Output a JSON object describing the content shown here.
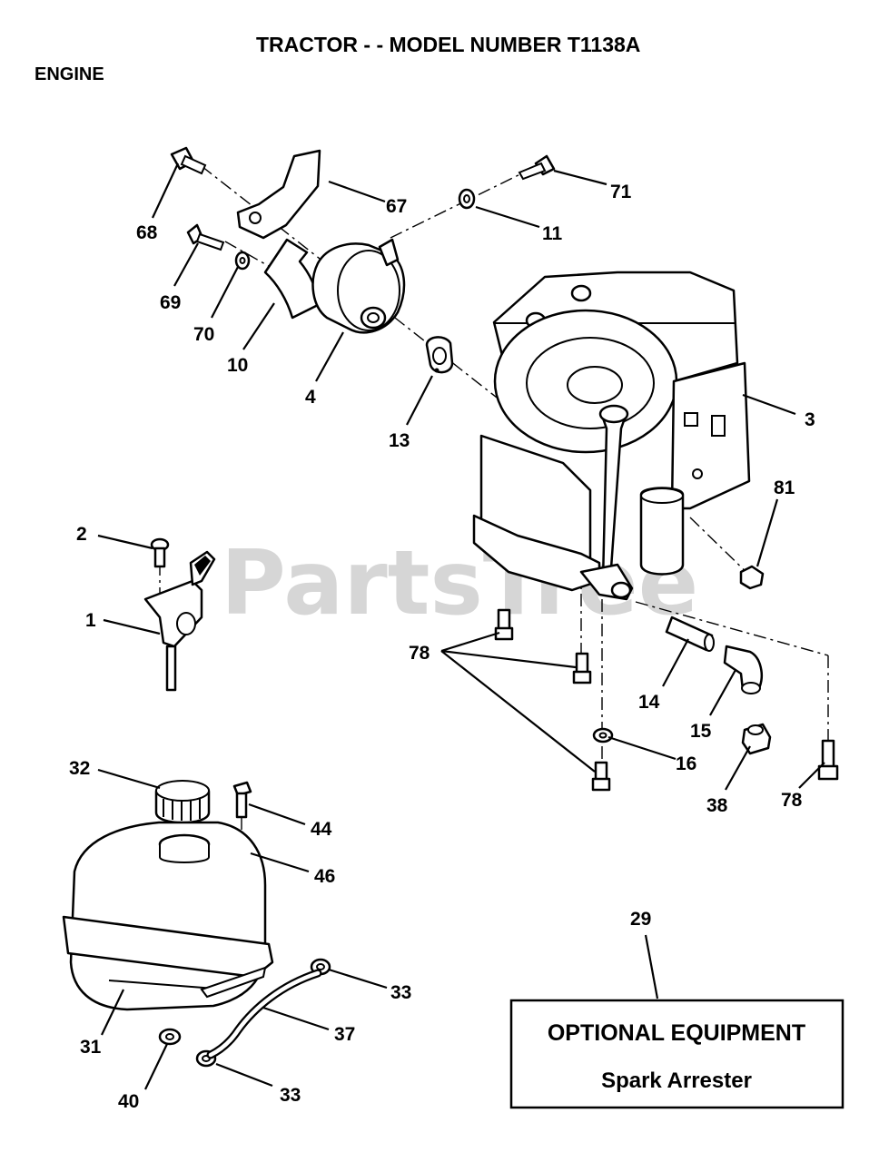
{
  "header": {
    "title": "TRACTOR - - MODEL NUMBER  T1138A",
    "section": "ENGINE"
  },
  "watermark": "PartsTree",
  "callouts": {
    "c1": "1",
    "c2": "2",
    "c3": "3",
    "c4": "4",
    "c10": "10",
    "c11": "11",
    "c13": "13",
    "c14": "14",
    "c15": "15",
    "c16": "16",
    "c29": "29",
    "c31": "31",
    "c32": "32",
    "c33a": "33",
    "c33b": "33",
    "c37": "37",
    "c38": "38",
    "c40": "40",
    "c44": "44",
    "c46": "46",
    "c67": "67",
    "c68": "68",
    "c69": "69",
    "c70": "70",
    "c71": "71",
    "c78a": "78",
    "c78b": "78",
    "c81": "81"
  },
  "optional": {
    "title": "OPTIONAL EQUIPMENT",
    "subtitle": "Spark Arrester"
  }
}
